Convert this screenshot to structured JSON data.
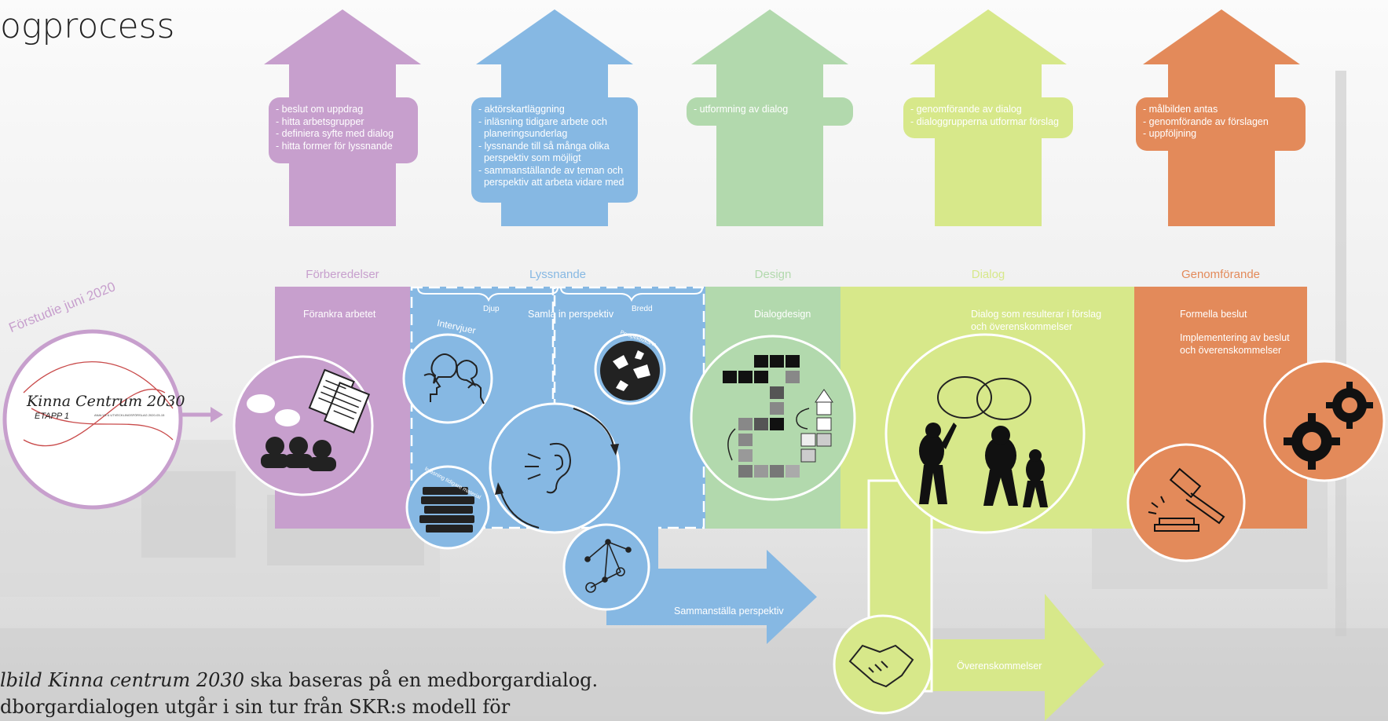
{
  "title": "ogprocess",
  "colors": {
    "purple": "#c79fcd",
    "blue": "#86b8e3",
    "green": "#b2d9ad",
    "yellowgreen": "#d7e88a",
    "orange": "#e38a5a"
  },
  "phases": [
    {
      "label": "Förberedelser",
      "band_text": "Förankra arbetet",
      "tasks": [
        "- beslut om uppdrag",
        "- hitta arbetsgrupper",
        "- definiera syfte med dialog",
        "- hitta former för lyssnande"
      ]
    },
    {
      "label": "Lyssnande",
      "band_text": "Samla in perspektiv",
      "tasks": [
        "- aktörskartläggning",
        "- inläsning tidigare arbete och",
        "  planeringsunderlag",
        "- lyssnande till så många olika",
        "  perspektiv som möjligt",
        "- sammanställande av teman och",
        "  perspektiv att arbeta vidare med"
      ]
    },
    {
      "label": "Design",
      "band_text": "Dialogdesign",
      "tasks": [
        "- utformning av dialog"
      ]
    },
    {
      "label": "Dialog",
      "band_text_1": "Dialog som resulterar i förslag",
      "band_text_2": "och överenskommelser",
      "tasks": [
        "- genomförande av dialog",
        "- dialoggrupperna utformar förslag"
      ]
    },
    {
      "label": "Genomförande",
      "band_text_1": "Formella beslut",
      "band_text_2": "Implementering av beslut",
      "band_text_3": "och överenskommelser",
      "tasks": [
        "- målbilden antas",
        "- genomförande av förslagen",
        "- uppföljning"
      ]
    }
  ],
  "sub_labels": {
    "djup": "Djup",
    "bredd": "Bredd"
  },
  "circle_labels": {
    "intervjuer": "Intervjuer",
    "perspektiv": "Perspektivkarta",
    "inlasning": "Inläsning tidigare material"
  },
  "arrow_labels": {
    "sammanstalla": "Sammanställa perspektiv",
    "overenskommelser": "Överenskommelser"
  },
  "forstudie": {
    "arc_text": "Förstudie juni 2020",
    "logo_title": "Kinna Centrum 2030",
    "logo_sub": "ETAPP 1",
    "logo_small": "ANALYS & UTVECKLINGSFÖRSLAG  2020-03-15"
  },
  "caption": {
    "line1_italic": "lbild Kinna centrum 2030",
    "line1_rest": " ska baseras på en medborgardialog.",
    "line2": "dborgardialogen utgår i sin tur från SKR:s modell för"
  }
}
